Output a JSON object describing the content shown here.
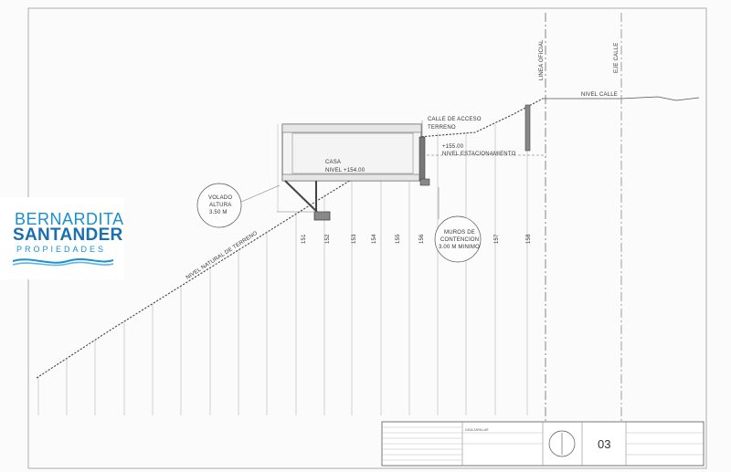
{
  "labels": {
    "linea_oficial": "LINEA OFICIAL",
    "eje_calle": "EJE CALLE",
    "nivel_calle": "NIVEL CALLE",
    "calle_acceso_1": "CALLE DE ACCESO",
    "calle_acceso_2": "TERRENO",
    "estac_1": "+155.00",
    "estac_2": "NIVEL ESTACIONAMIENTO",
    "casa_1": "CASA",
    "casa_2": "NIVEL +154.00",
    "volado_1": "VOLADO",
    "volado_2": "ALTURA",
    "volado_3": "3.50 M",
    "muros_1": "MUROS DE",
    "muros_2": "CONTENCION",
    "muros_3": "3.00 M MINIMO",
    "terreno": "NIVEL NATURAL DE TERRENO"
  },
  "elevations": [
    "151",
    "152",
    "153",
    "154",
    "155",
    "156",
    "157",
    "158"
  ],
  "title_block": {
    "sheet_number": "03",
    "project": "CASA ZAPALLAR"
  },
  "logo": {
    "line1": "BERNARDITA",
    "line2": "SANTANDER",
    "line3": "PROPIEDADES",
    "color_primary": "#1a8fd0",
    "color_dark": "#1a6fb0"
  }
}
